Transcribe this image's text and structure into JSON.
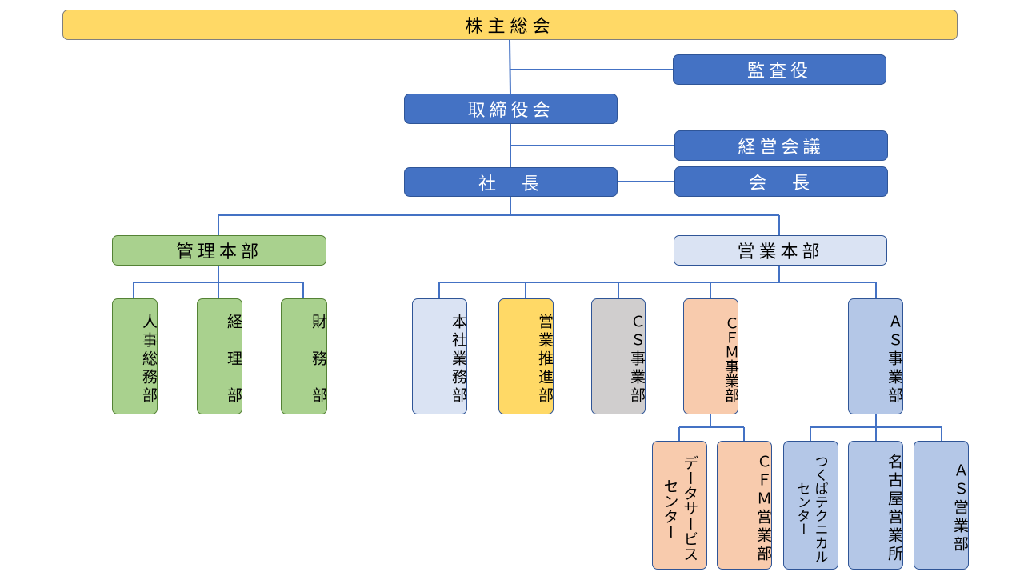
{
  "top": {
    "shareholders": "株主総会"
  },
  "governance": {
    "auditor": "監査役",
    "board": "取締役会",
    "management_meeting": "経営会議",
    "president": "社　長",
    "chairman": "会　長"
  },
  "divisions": {
    "admin": {
      "label": "管理本部",
      "departments": [
        "人事総務部",
        "経　理　部",
        "財　務　部"
      ]
    },
    "sales": {
      "label": "営業本部",
      "departments": [
        "本社業務部",
        "営業推進部",
        "ＣＳ事業部",
        "ＣＦＭ事業部",
        "ＡＳ事業部"
      ]
    }
  },
  "cfm_units": [
    "データサービスセンター",
    "ＣＦＭ営業部"
  ],
  "as_units": [
    "つくばテクニカルセンター",
    "名古屋営業所",
    "ＡＳ営業部"
  ],
  "colors": {
    "line": "#4472c4",
    "top": "#ffd966",
    "executive": "#4472c4",
    "admin": "#a9d18e",
    "sales": "#dae3f3",
    "promotion": "#ffd966",
    "cs": "#d0cece",
    "cfm": "#f8cbad",
    "as": "#b4c7e7"
  }
}
